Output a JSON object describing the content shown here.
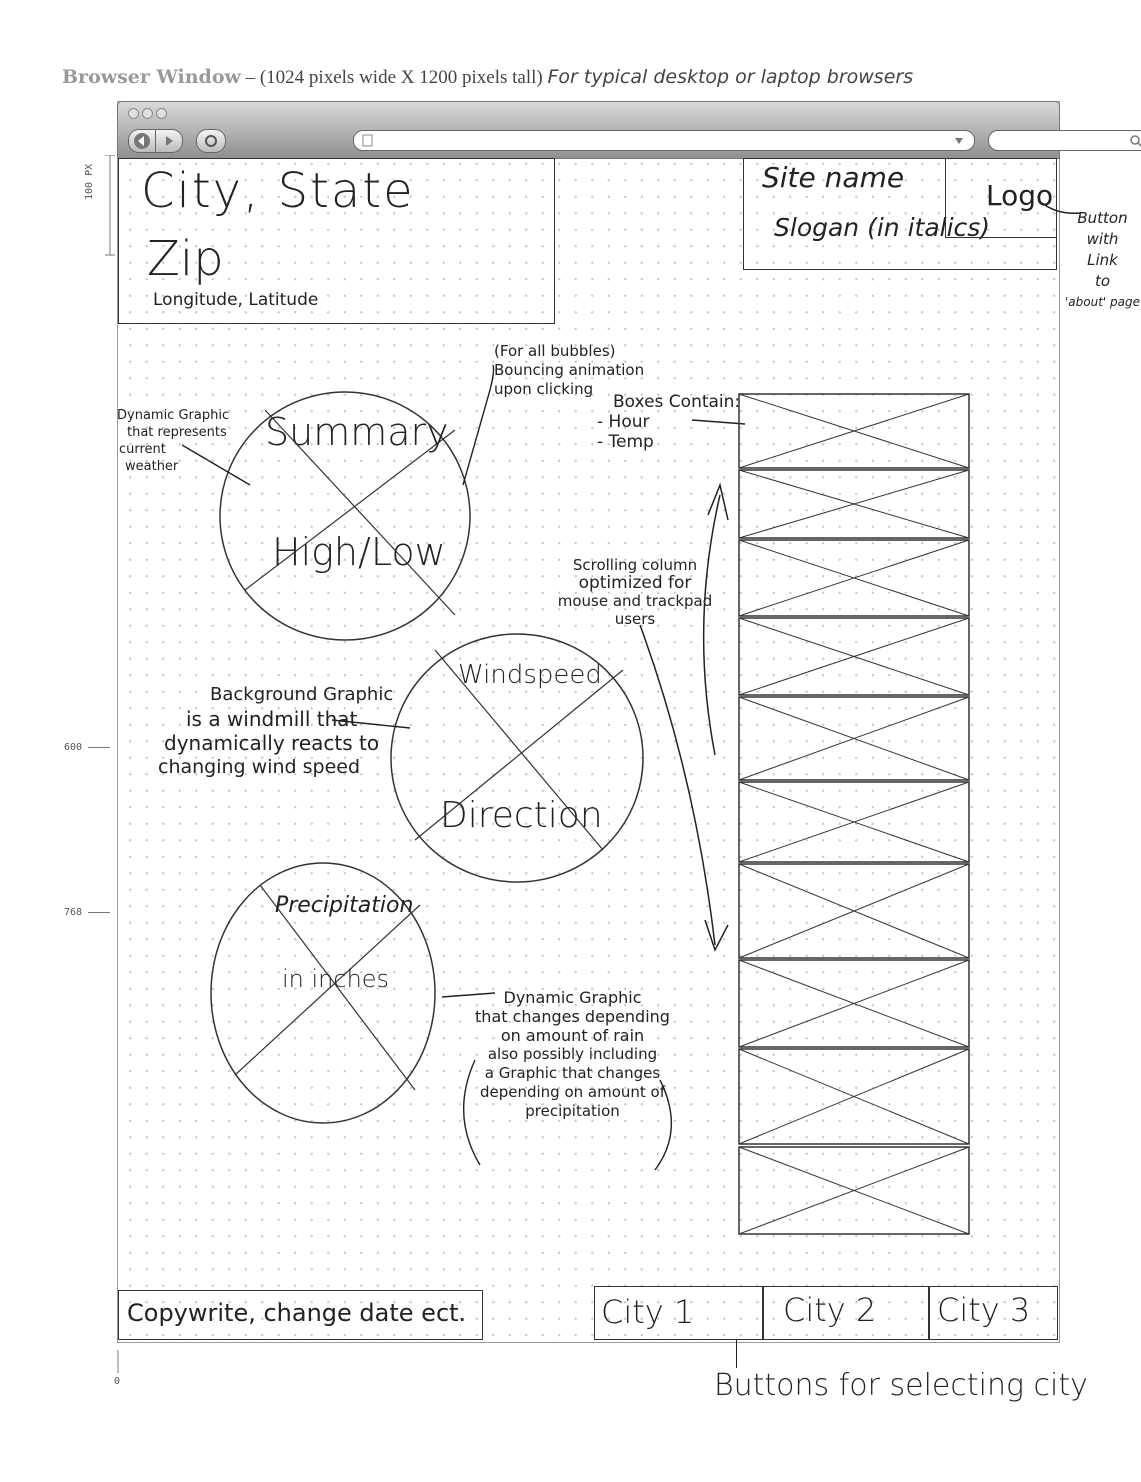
{
  "title": {
    "part1": "Browser Window",
    "part2": " – (1024 pixels wide X 1200 pixels tall) ",
    "part3": "For typical desktop or laptop browsers"
  },
  "ruler": {
    "px100": "100 PX",
    "mark600": "600",
    "mark768": "768",
    "mark0": "0"
  },
  "header": {
    "location_line1": "City, State",
    "location_line2": "Zip",
    "coords": "Longitude, Latitude",
    "site_name": "Site name",
    "slogan": "Slogan (in italics)",
    "logo": "Logo",
    "logo_note": [
      "Button",
      "with",
      "Link",
      "to",
      "'about' page"
    ]
  },
  "bubbles": {
    "summary": {
      "top": "Summary",
      "bottom": "High/Low"
    },
    "wind": {
      "top": "Windspeed",
      "bottom": "Direction"
    },
    "precip": {
      "top": "Precipitation",
      "bottom": "in inches"
    }
  },
  "annotations": {
    "bounce": [
      "(For all bubbles)",
      "Bouncing animation",
      "upon clicking"
    ],
    "summary_graphic": [
      "Dynamic Graphic",
      "that represents",
      "current",
      "weather"
    ],
    "boxes_contain": [
      "Boxes Contain:",
      "- Hour",
      "- Temp"
    ],
    "scrolling": [
      "Scrolling column",
      "optimized for",
      "mouse and trackpad",
      "users"
    ],
    "windmill": [
      "Background Graphic",
      "is a windmill that",
      "dynamically reacts to",
      "changing wind speed"
    ],
    "rain": [
      "Dynamic Graphic",
      "that changes depending",
      "on amount of rain",
      "also possibly including",
      "a Graphic that changes",
      "depending on amount of",
      "precipitation"
    ],
    "city_buttons": "Buttons for selecting city"
  },
  "footer": {
    "copyright": "Copywrite, change date ect.",
    "cities": [
      "City 1",
      "City 2",
      "City 3"
    ]
  }
}
